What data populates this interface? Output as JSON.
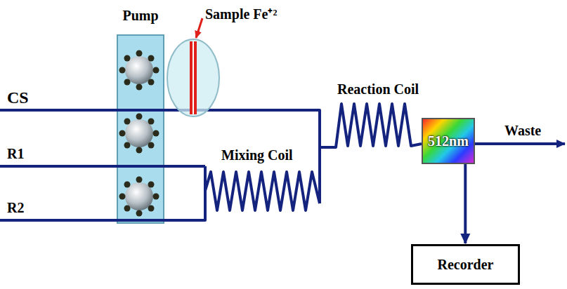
{
  "diagram": {
    "nodes": [
      {
        "text": [
          "Pump"
        ]
      },
      {
        "text": [
          "Sample Fe⁺²"
        ]
      },
      {
        "text": [
          "512nm"
        ]
      },
      {
        "text": [
          "Recorder"
        ]
      }
    ],
    "edges": [
      {
        "from": 0,
        "to": 1,
        "arrow": "none"
      },
      {
        "from": 1,
        "to": 2,
        "arrow": "none"
      },
      {
        "from": 2,
        "to": 3,
        "arrow": "to"
      }
    ],
    "labels": [
      "CS",
      "R1",
      "R2",
      "Mixing Coil",
      "Reaction Coil",
      "Waste"
    ]
  }
}
